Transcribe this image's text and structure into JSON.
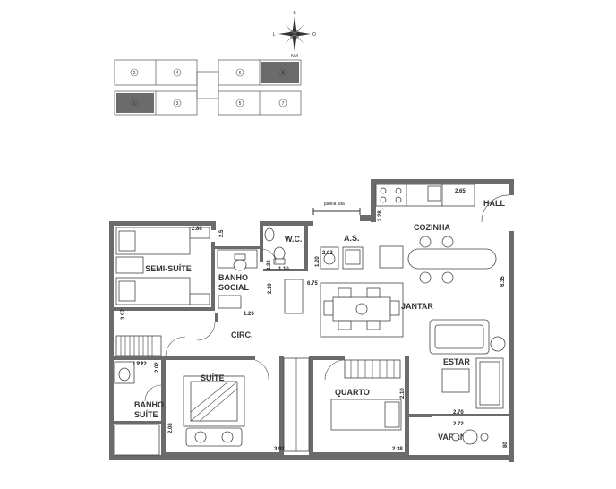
{
  "compass": {
    "n": "S",
    "s": "NM",
    "e": "O",
    "w": "L"
  },
  "key_plan": {
    "units": [
      "2",
      "4",
      "6",
      "8",
      "1",
      "3",
      "5",
      "7"
    ],
    "highlight_color": "#6b6b6b"
  },
  "rooms": {
    "semi_suite": "SEMI-SUÍTE",
    "banho_social_1": "BANHO",
    "banho_social_2": "SOCIAL",
    "wc": "W.C.",
    "as": "A.S.",
    "cozinha": "COZINHA",
    "hall": "HALL",
    "jantar": "JANTAR",
    "circ": "CIRC.",
    "suite": "SUÍTE",
    "banho_suite_1": "BANHO",
    "banho_suite_2": "SUÍTE",
    "quarto": "QUARTO",
    "estar": "ESTAR",
    "varanda": "VARANDA",
    "janela_alta": "janela alta"
  },
  "dimensions": {
    "d1": "2.80",
    "d2": "2.5",
    "d3": "3.97",
    "d4": "1.22",
    "d5": "2.02",
    "d6": "2.38",
    "d7": "1.10",
    "d8": "2.10",
    "d9": "1.23",
    "d10": "6.75",
    "d11": "2.03",
    "d12": "1.20",
    "d13": "2.28",
    "d14": "2.65",
    "d15": "6.35",
    "d16": "1.22",
    "d17": "2.23",
    "d18": "2.08",
    "d19": "3.92",
    "d20": "2.10",
    "d21": "2.38",
    "d22": "2.70",
    "d23": "2.72",
    "d24": "80"
  }
}
